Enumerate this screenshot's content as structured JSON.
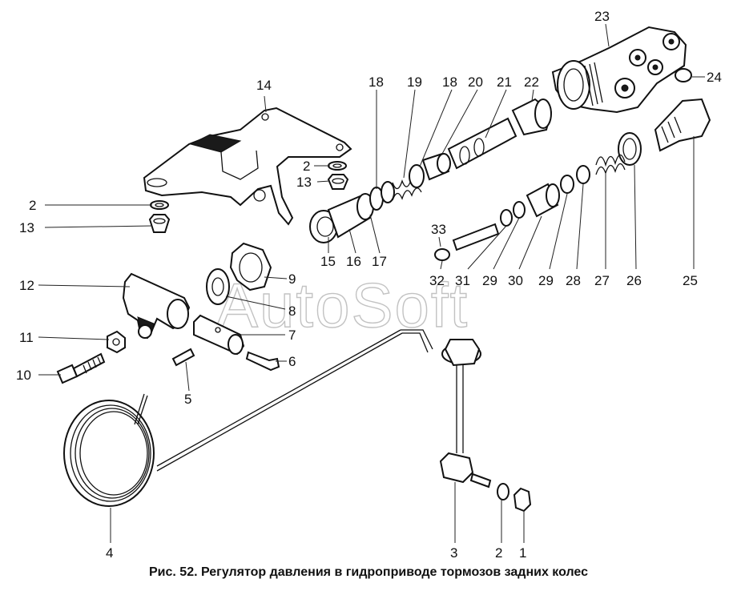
{
  "caption": "Рис. 52. Регулятор давления в гидроприводе тормозов задних колес",
  "watermark": "AutoSoft",
  "callouts": {
    "n1": "1",
    "n2a": "2",
    "n2b": "2",
    "n2c": "2",
    "n3": "3",
    "n4": "4",
    "n5": "5",
    "n6": "6",
    "n7": "7",
    "n8": "8",
    "n9": "9",
    "n10": "10",
    "n11": "11",
    "n12": "12",
    "n13a": "13",
    "n13b": "13",
    "n14": "14",
    "n15": "15",
    "n16": "16",
    "n17": "17",
    "n18a": "18",
    "n18b": "18",
    "n19": "19",
    "n20": "20",
    "n21": "21",
    "n22": "22",
    "n23": "23",
    "n24": "24",
    "n25": "25",
    "n26": "26",
    "n27": "27",
    "n28": "28",
    "n29a": "29",
    "n29b": "29",
    "n30": "30",
    "n31": "31",
    "n32": "32",
    "n33": "33"
  }
}
